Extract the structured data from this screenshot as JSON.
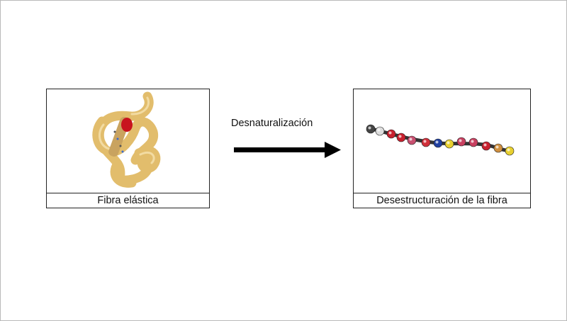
{
  "left_panel": {
    "caption": "Fibra elástica"
  },
  "right_panel": {
    "caption": "Desestructuración de la fibra"
  },
  "arrow": {
    "label": "Desnaturalización"
  },
  "colors": {
    "protein": "#e4c173",
    "heme": "#c8141e",
    "arrow": "#000000"
  }
}
